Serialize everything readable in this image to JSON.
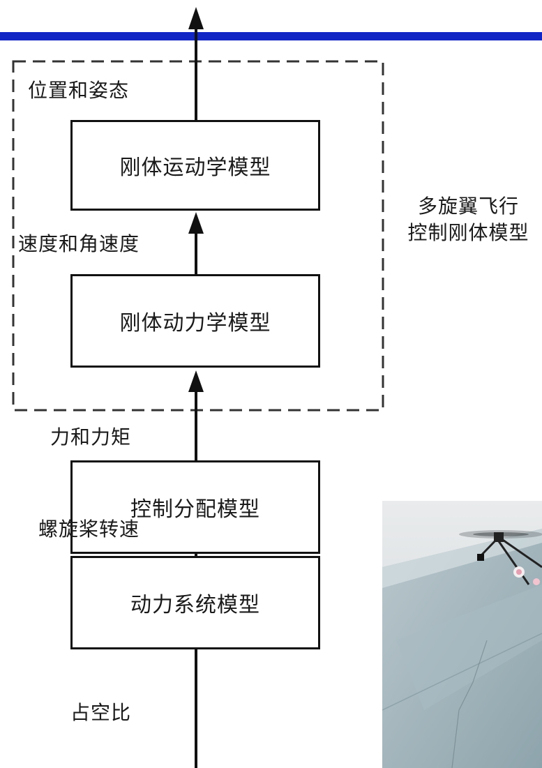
{
  "diagram": {
    "group_label_line1": "多旋翼飞行",
    "group_label_line2": "控制刚体模型",
    "boxes": {
      "kinematics": "刚体运动学模型",
      "dynamics": "刚体动力学模型",
      "allocation": "控制分配模型",
      "power": "动力系统模型"
    },
    "signals": {
      "pose": "位置和姿态",
      "velocity": "速度和角速度",
      "force": "力和力矩",
      "propeller": "螺旋桨转速",
      "duty": "占空比"
    }
  },
  "colors": {
    "title_bar": "#1126c4",
    "line": "#111111"
  }
}
